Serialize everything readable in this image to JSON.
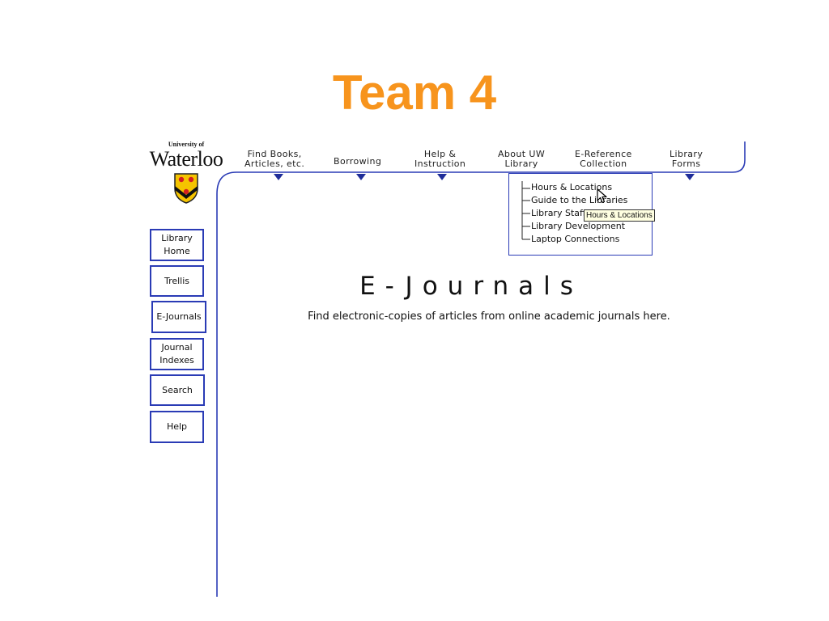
{
  "slide": {
    "title": "Team 4"
  },
  "logo": {
    "university_of": "University of",
    "name": "Waterloo"
  },
  "nav": [
    {
      "line1": "Find Books,",
      "line2": "Articles, etc."
    },
    {
      "line1": "Borrowing",
      "line2": ""
    },
    {
      "line1": "Help &",
      "line2": "Instruction"
    },
    {
      "line1": "About UW",
      "line2": "Library"
    },
    {
      "line1": "E-Reference",
      "line2": "Collection"
    },
    {
      "line1": "Library",
      "line2": "Forms"
    }
  ],
  "sidebar": [
    {
      "line1": "Library",
      "line2": "Home"
    },
    {
      "line1": "Trellis",
      "line2": ""
    },
    {
      "line1": "E-Journals",
      "line2": ""
    },
    {
      "line1": "Journal",
      "line2": "Indexes"
    },
    {
      "line1": "Search",
      "line2": ""
    },
    {
      "line1": "Help",
      "line2": ""
    }
  ],
  "dropdown": {
    "items": [
      "Hours & Locations",
      "Guide to the Libraries",
      "Library Staff",
      "Library Development",
      "Laptop Connections"
    ]
  },
  "tooltip": {
    "text": "Hours & Locations"
  },
  "main": {
    "heading": "E-Journals",
    "subtitle": "Find electronic-copies of articles from online academic journals here."
  },
  "colors": {
    "title": "#f7941d",
    "frame": "#2a3bb5",
    "tooltip_bg": "#ffffe1"
  }
}
